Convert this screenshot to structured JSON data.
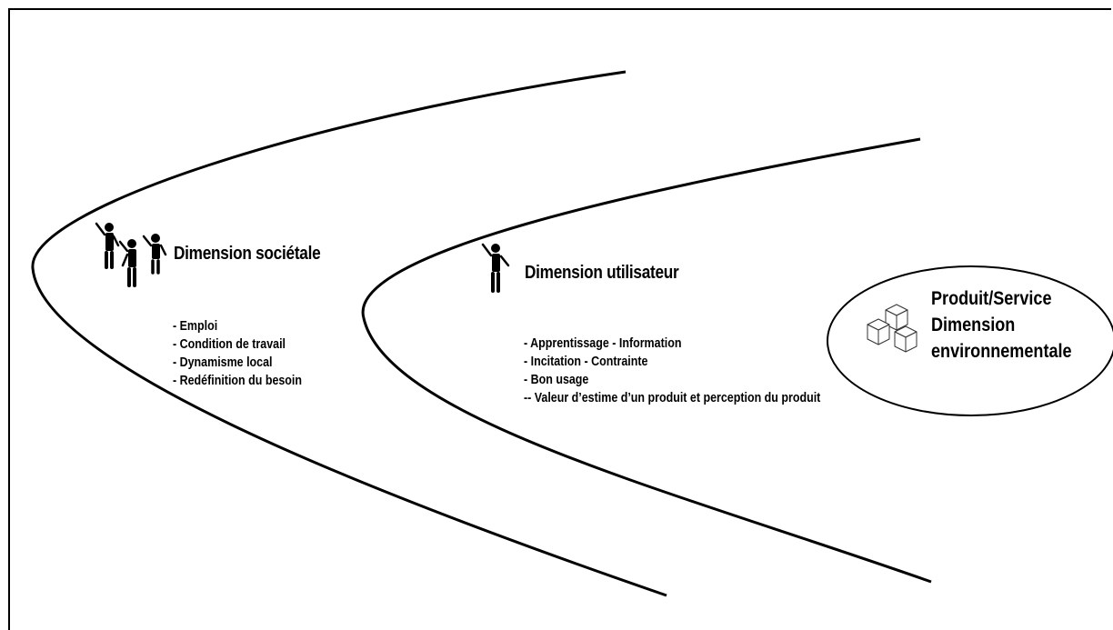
{
  "societal": {
    "title": "Dimension sociétale",
    "items": [
      "- Emploi",
      "- Condition de travail",
      "- Dynamisme local",
      "- Redéfinition du besoin"
    ],
    "icon": "people-group-icon"
  },
  "user": {
    "title": "Dimension utilisateur",
    "items": [
      " - Apprentissage - Information",
      "- Incitation - Contrainte",
      "- Bon usage",
      "-- Valeur d’estime d’un produit et perception du produit"
    ],
    "icon": "person-waving-icon"
  },
  "product": {
    "lines": [
      "Produit/Service",
      "Dimension",
      "environnementale"
    ],
    "icon": "cubes-icon"
  }
}
